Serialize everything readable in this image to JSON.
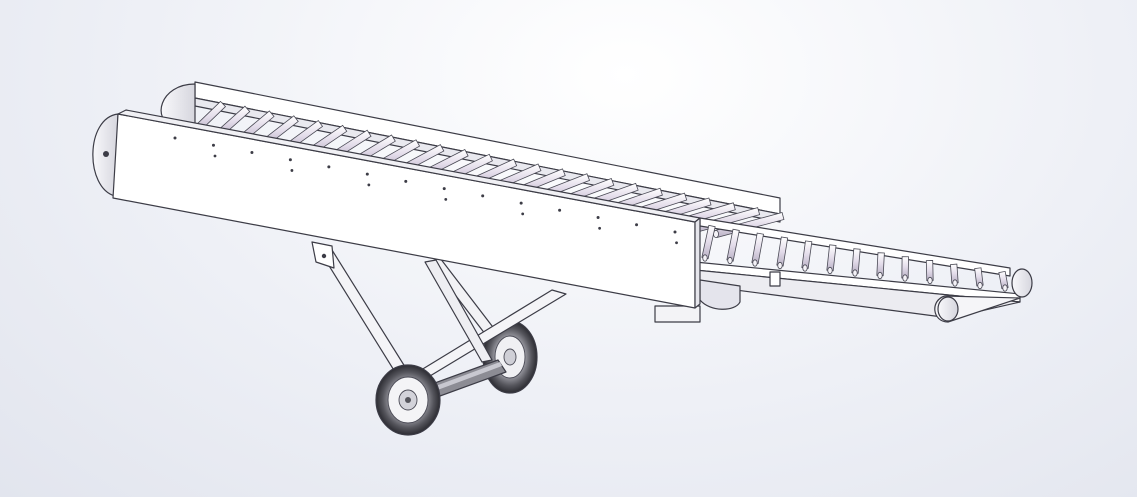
{
  "scene": {
    "background_top": "#ffffff",
    "background_bottom": "#e2e5ee",
    "line_color": "#3c3c46",
    "panel_color": "#ffffff",
    "roller_color": "#e6e0ec",
    "tire_color": "#5a5a60",
    "hub_color": "#f4f4f6"
  },
  "model": {
    "components": [
      "main-frame",
      "roller-bed",
      "extension-conveyor",
      "end-drums",
      "support-legs",
      "cross-brace",
      "wheel-axle",
      "wheels"
    ],
    "main_roller_count": 24,
    "extension_roller_count": 13,
    "wheel_count": 2
  }
}
